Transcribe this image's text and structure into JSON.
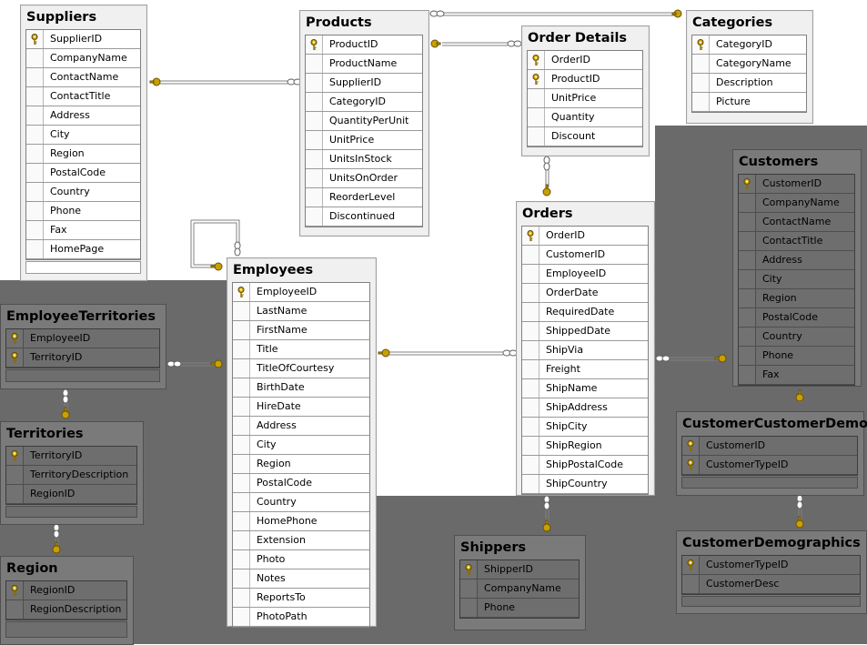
{
  "tables": {
    "suppliers": {
      "title": "Suppliers",
      "columns": [
        "SupplierID",
        "CompanyName",
        "ContactName",
        "ContactTitle",
        "Address",
        "City",
        "Region",
        "PostalCode",
        "Country",
        "Phone",
        "Fax",
        "HomePage"
      ],
      "keys": [
        0
      ]
    },
    "products": {
      "title": "Products",
      "columns": [
        "ProductID",
        "ProductName",
        "SupplierID",
        "CategoryID",
        "QuantityPerUnit",
        "UnitPrice",
        "UnitsInStock",
        "UnitsOnOrder",
        "ReorderLevel",
        "Discontinued"
      ],
      "keys": [
        0
      ]
    },
    "order_details": {
      "title": "Order Details",
      "columns": [
        "OrderID",
        "ProductID",
        "UnitPrice",
        "Quantity",
        "Discount"
      ],
      "keys": [
        0,
        1
      ]
    },
    "categories": {
      "title": "Categories",
      "columns": [
        "CategoryID",
        "CategoryName",
        "Description",
        "Picture"
      ],
      "keys": [
        0
      ]
    },
    "customers": {
      "title": "Customers",
      "columns": [
        "CustomerID",
        "CompanyName",
        "ContactName",
        "ContactTitle",
        "Address",
        "City",
        "Region",
        "PostalCode",
        "Country",
        "Phone",
        "Fax"
      ],
      "keys": [
        0
      ]
    },
    "orders": {
      "title": "Orders",
      "columns": [
        "OrderID",
        "CustomerID",
        "EmployeeID",
        "OrderDate",
        "RequiredDate",
        "ShippedDate",
        "ShipVia",
        "Freight",
        "ShipName",
        "ShipAddress",
        "ShipCity",
        "ShipRegion",
        "ShipPostalCode",
        "ShipCountry"
      ],
      "keys": [
        0
      ]
    },
    "employees": {
      "title": "Employees",
      "columns": [
        "EmployeeID",
        "LastName",
        "FirstName",
        "Title",
        "TitleOfCourtesy",
        "BirthDate",
        "HireDate",
        "Address",
        "City",
        "Region",
        "PostalCode",
        "Country",
        "HomePhone",
        "Extension",
        "Photo",
        "Notes",
        "ReportsTo",
        "PhotoPath"
      ],
      "keys": [
        0
      ]
    },
    "employee_territories": {
      "title": "EmployeeTerritories",
      "columns": [
        "EmployeeID",
        "TerritoryID"
      ],
      "keys": [
        0,
        1
      ]
    },
    "territories": {
      "title": "Territories",
      "columns": [
        "TerritoryID",
        "TerritoryDescription",
        "RegionID"
      ],
      "keys": [
        0
      ]
    },
    "region": {
      "title": "Region",
      "columns": [
        "RegionID",
        "RegionDescription"
      ],
      "keys": [
        0
      ]
    },
    "shippers": {
      "title": "Shippers",
      "columns": [
        "ShipperID",
        "CompanyName",
        "Phone"
      ],
      "keys": [
        0
      ]
    },
    "customer_customer_demo": {
      "title": "CustomerCustomerDemo",
      "columns": [
        "CustomerID",
        "CustomerTypeID"
      ],
      "keys": [
        0,
        1
      ]
    },
    "customer_demographics": {
      "title": "CustomerDemographics",
      "columns": [
        "CustomerTypeID",
        "CustomerDesc"
      ],
      "keys": [
        0
      ]
    }
  },
  "colors": {
    "background": "#ffffff",
    "shaded_region": "#6a6a6a",
    "key_icon": "#c8a000",
    "relationship_line": "#808080"
  }
}
